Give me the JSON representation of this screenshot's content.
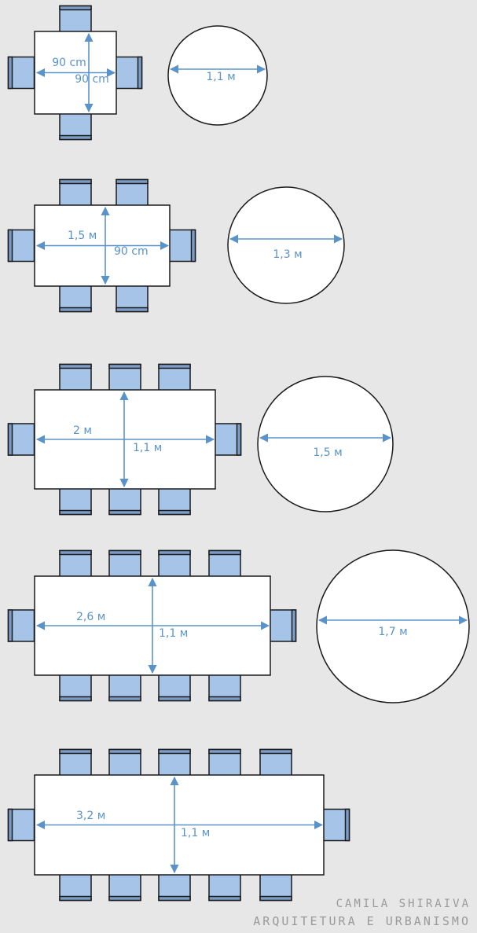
{
  "colors": {
    "background": "#e7e7e8",
    "table_fill": "#ffffff",
    "outline": "#1a1a1a",
    "chair_fill": "#a6c4e8",
    "chair_back": "#7c9cc8",
    "dimension": "#5a93c9"
  },
  "tables": [
    {
      "seats": 4,
      "rect": {
        "length_label": "90 cm",
        "width_label": "90 cm",
        "chairs_per_long_side": 1
      },
      "round": {
        "diameter_label": "1,1 м"
      }
    },
    {
      "seats": 6,
      "rect": {
        "length_label": "1,5 м",
        "width_label": "90 cm",
        "chairs_per_long_side": 2
      },
      "round": {
        "diameter_label": "1,3 м"
      }
    },
    {
      "seats": 8,
      "rect": {
        "length_label": "2 м",
        "width_label": "1,1 м",
        "chairs_per_long_side": 3
      },
      "round": {
        "diameter_label": "1,5 м"
      }
    },
    {
      "seats": 10,
      "rect": {
        "length_label": "2,6 м",
        "width_label": "1,1 м",
        "chairs_per_long_side": 4
      },
      "round": {
        "diameter_label": "1,7 м"
      }
    },
    {
      "seats": 12,
      "rect": {
        "length_label": "3,2 м",
        "width_label": "1,1 м",
        "chairs_per_long_side": 5
      },
      "round": null
    }
  ],
  "credit": {
    "name": "CAMILA SHIRAIVA",
    "subtitle": "ARQUITETURA E URBANISMO"
  }
}
